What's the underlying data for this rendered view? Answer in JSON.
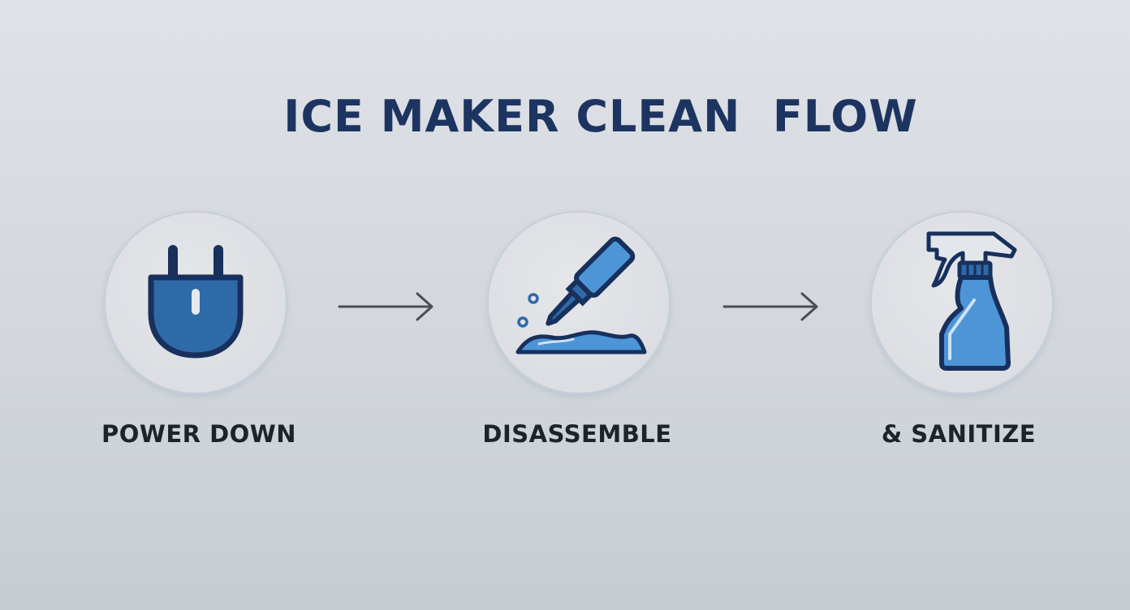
{
  "title": "ICE MAKER CLEAN  FLOW",
  "steps": [
    {
      "label": "POWER DOWN",
      "icon": "plug-icon"
    },
    {
      "label": "DISASSEMBLE",
      "icon": "tool-icon"
    },
    {
      "label": "& SANITIZE",
      "icon": "spray-bottle-icon"
    }
  ],
  "colors": {
    "title": "#1d3461",
    "icon_fill": "#2f6aa8",
    "icon_fill_light": "#4d95d6",
    "icon_stroke": "#17305c",
    "label": "#1e2329",
    "arrow": "#4a4d52"
  }
}
